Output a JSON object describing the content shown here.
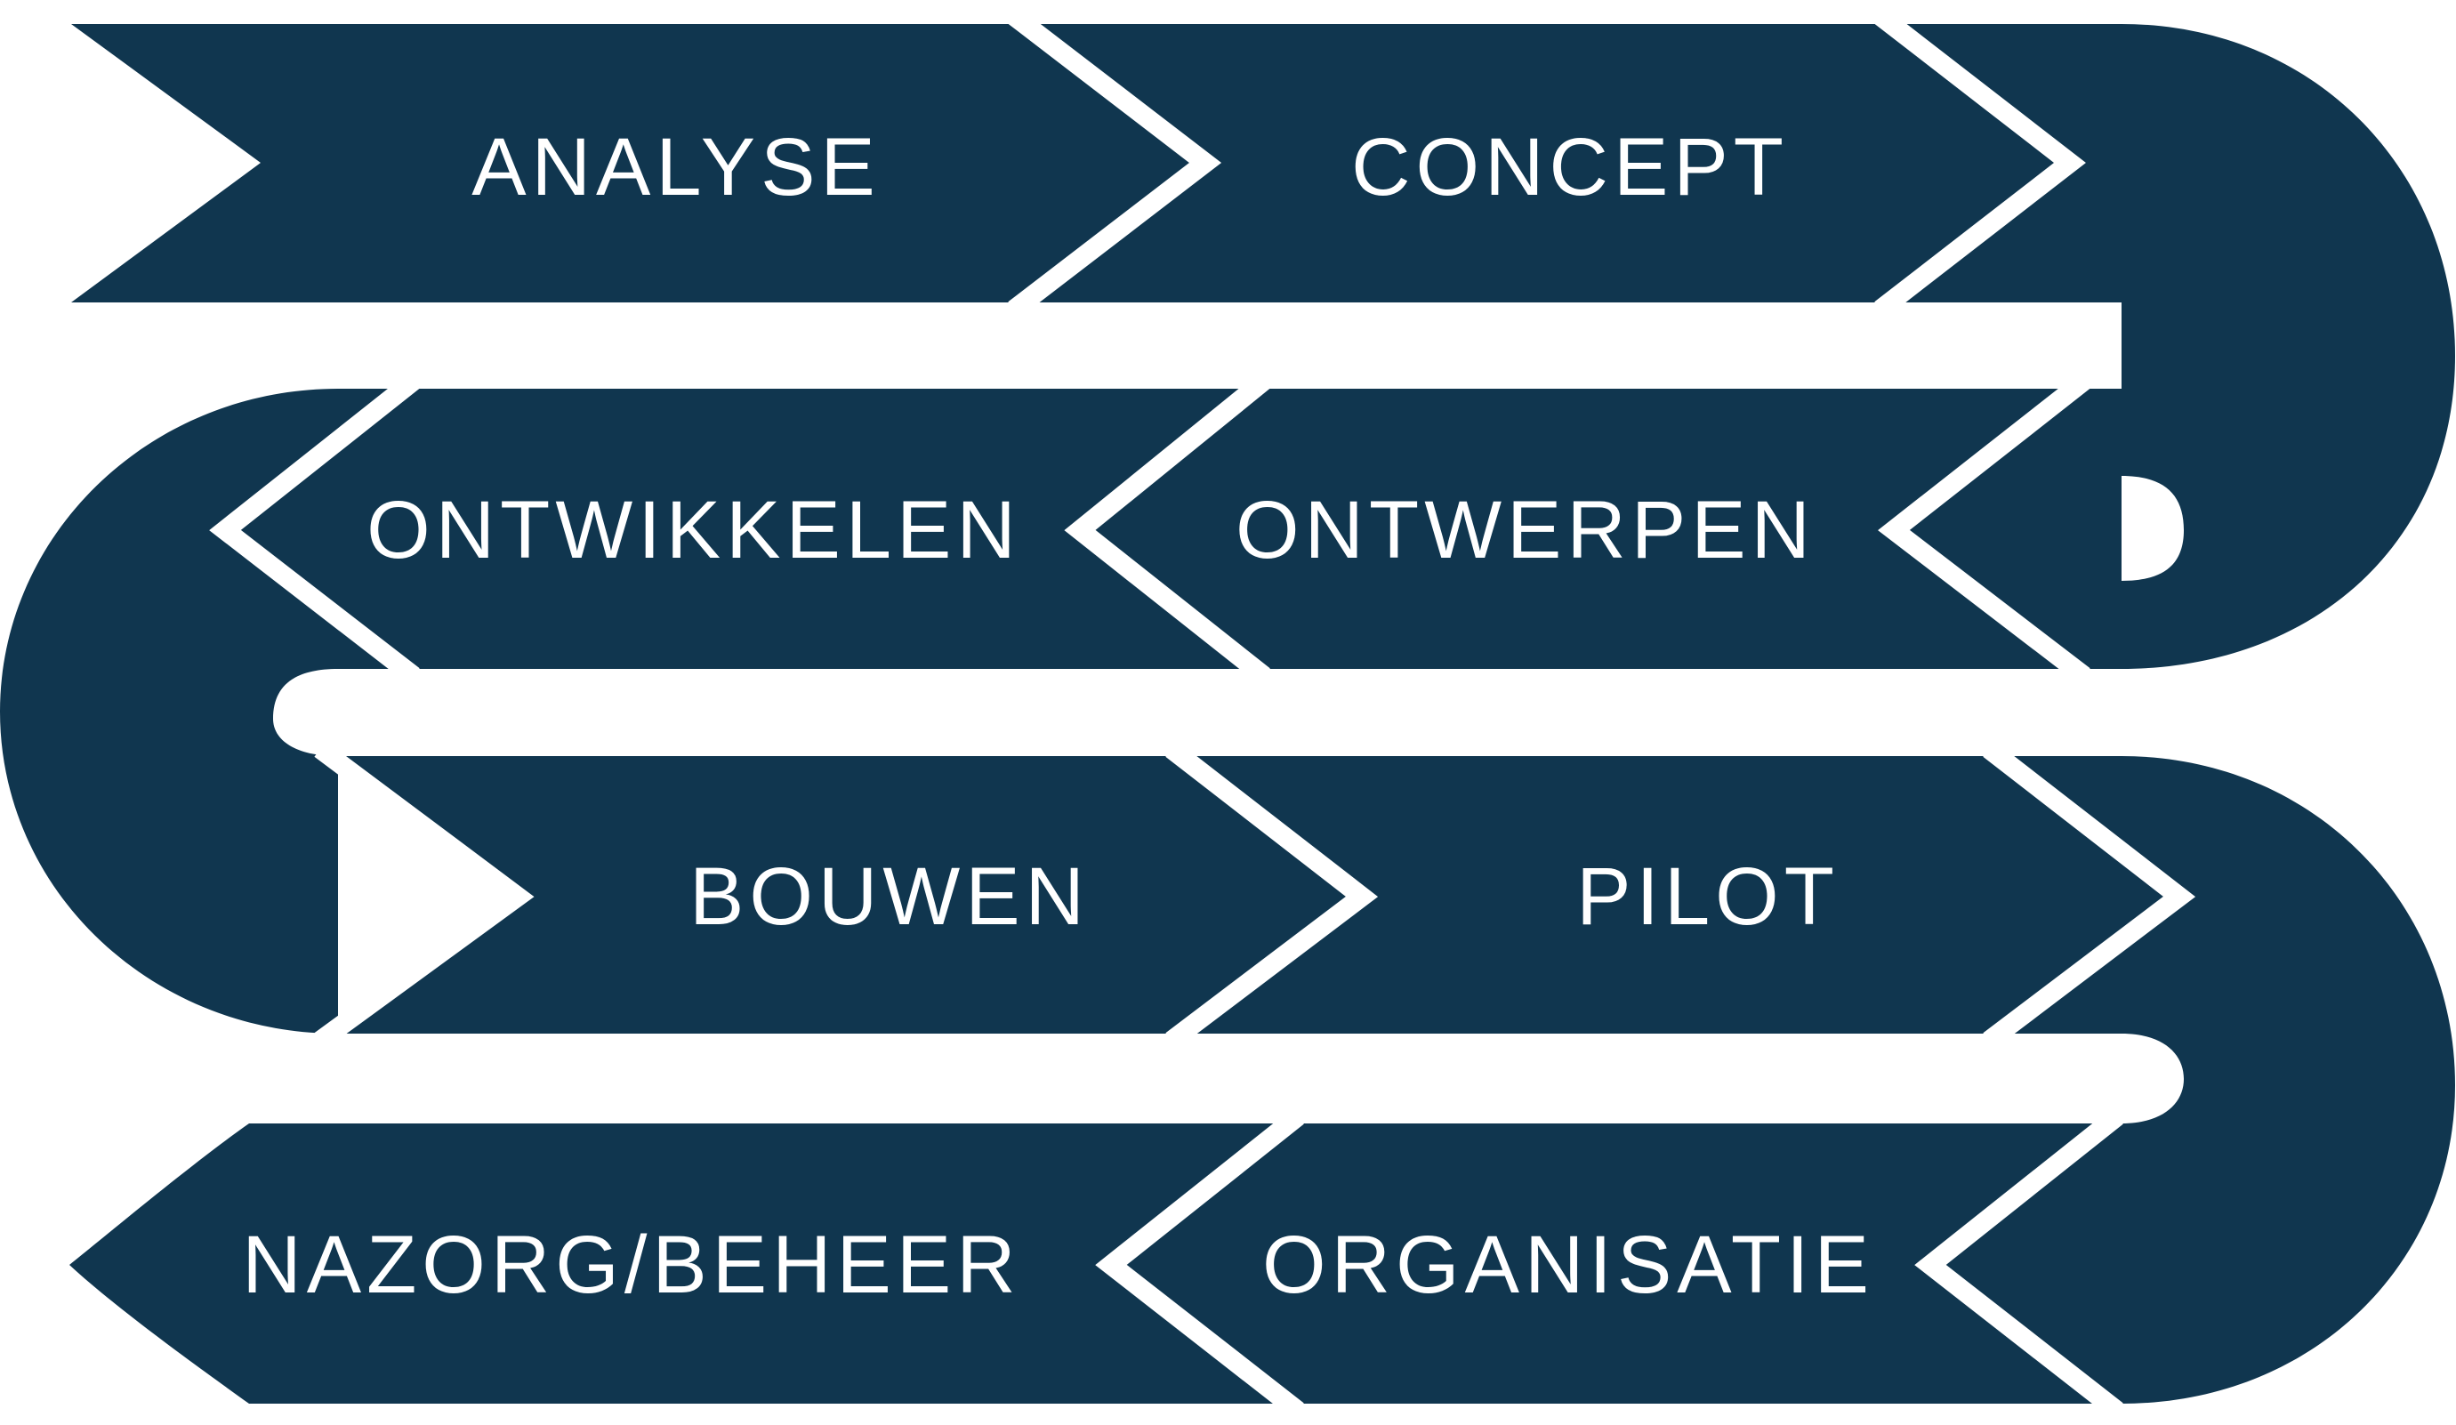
{
  "colors": {
    "band": "#10364f",
    "separator": "#ffffff",
    "label": "#ffffff",
    "background": "#ffffff"
  },
  "diagram": {
    "type": "serpentine-process-arrow",
    "flow": "left-to-right, then right-to-left, alternating rows",
    "steps": [
      {
        "id": "analyse",
        "label": "ANALYSE",
        "row": 1,
        "direction": "right"
      },
      {
        "id": "concept",
        "label": "CONCEPT",
        "row": 1,
        "direction": "right"
      },
      {
        "id": "ontwerpen",
        "label": "ONTWERPEN",
        "row": 2,
        "direction": "left"
      },
      {
        "id": "ontwikkelen",
        "label": "ONTWIKKELEN",
        "row": 2,
        "direction": "left"
      },
      {
        "id": "bouwen",
        "label": "BOUWEN",
        "row": 3,
        "direction": "right"
      },
      {
        "id": "pilot",
        "label": "PILOT",
        "row": 3,
        "direction": "right"
      },
      {
        "id": "organisatie",
        "label": "ORGANISATIE",
        "row": 4,
        "direction": "left"
      },
      {
        "id": "nazorg-beheer",
        "label": "NAZORG/BEHEER",
        "row": 4,
        "direction": "left"
      }
    ]
  }
}
